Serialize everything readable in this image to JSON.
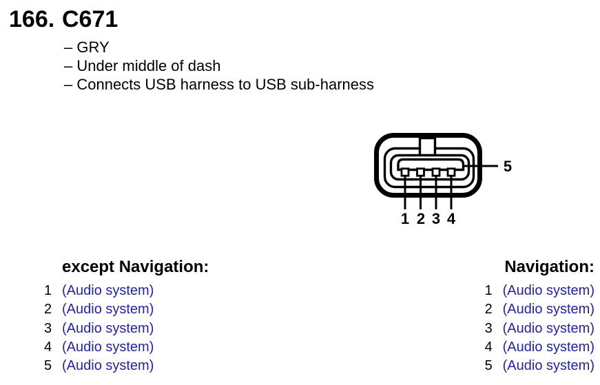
{
  "title": {
    "section_number": "166.",
    "connector_id": "C671"
  },
  "details": {
    "line1": "– GRY",
    "line2": "– Under middle of dash",
    "line3": "– Connects USB harness to USB sub-harness"
  },
  "diagram": {
    "pin_labels": [
      "1",
      "2",
      "3",
      "4"
    ],
    "shell_label": "5"
  },
  "pinouts": [
    {
      "heading": "except Navigation:",
      "rows": [
        {
          "pin": "1",
          "circuit": "(Audio system)"
        },
        {
          "pin": "2",
          "circuit": "(Audio system)"
        },
        {
          "pin": "3",
          "circuit": "(Audio system)"
        },
        {
          "pin": "4",
          "circuit": "(Audio system)"
        },
        {
          "pin": "5",
          "circuit": "(Audio system)"
        }
      ]
    },
    {
      "heading": "Navigation:",
      "rows": [
        {
          "pin": "1",
          "circuit": "(Audio system)"
        },
        {
          "pin": "2",
          "circuit": "(Audio system)"
        },
        {
          "pin": "3",
          "circuit": "(Audio system)"
        },
        {
          "pin": "4",
          "circuit": "(Audio system)"
        },
        {
          "pin": "5",
          "circuit": "(Audio system)"
        }
      ]
    }
  ],
  "colors": {
    "link_blue": "#2222AA",
    "line_black": "#000000",
    "background": "#FFFFFF"
  }
}
